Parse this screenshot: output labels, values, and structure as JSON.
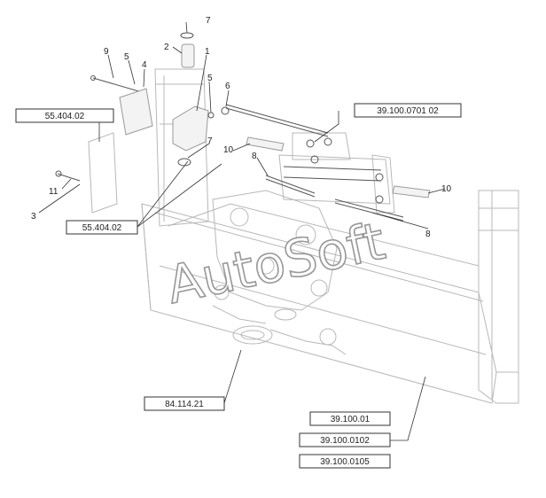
{
  "reference_boxes": [
    {
      "id": "ref-55-404-02-top",
      "text": "55.404.02"
    },
    {
      "id": "ref-39-100-0701-02",
      "text": "39.100.0701 02"
    },
    {
      "id": "ref-55-404-02-mid",
      "text": "55.404.02"
    },
    {
      "id": "ref-84-114-21",
      "text": "84.114.21"
    },
    {
      "id": "ref-39-100-01",
      "text": "39.100.01"
    },
    {
      "id": "ref-39-100-0102",
      "text": "39.100.0102"
    },
    {
      "id": "ref-39-100-0105",
      "text": "39.100.0105"
    }
  ],
  "callouts": {
    "c1": "1",
    "c2": "2",
    "c3": "3",
    "c4": "4",
    "c5a": "5",
    "c5b": "5",
    "c6": "6",
    "c7a": "7",
    "c7b": "7",
    "c8a": "8",
    "c8b": "8",
    "c9": "9",
    "c10a": "10",
    "c10b": "10",
    "c11": "11"
  },
  "watermark": "AutoSoft",
  "colors": {
    "line": "#333333",
    "part": "#b8b8b8",
    "watermark_stroke": "#8d8d8d"
  }
}
